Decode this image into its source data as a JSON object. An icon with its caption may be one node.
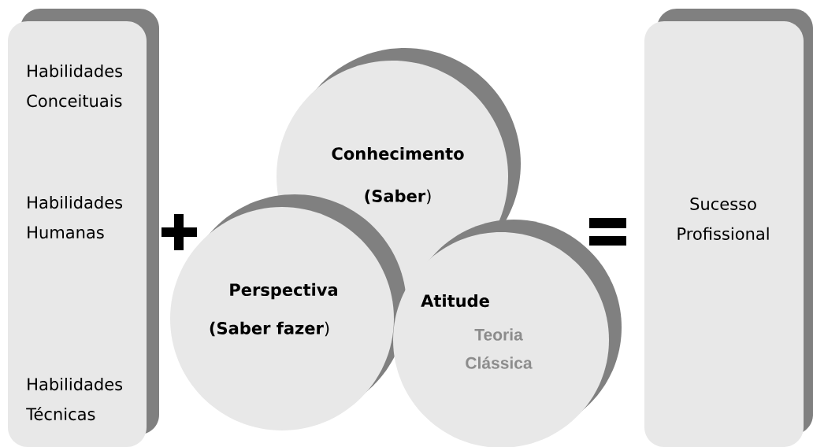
{
  "diagram": {
    "nodes": [
      {
        "text": [
          "Habilidades Conceituais",
          "Habilidades Humanas",
          "Habilidades Técnicas"
        ]
      },
      {
        "text": [
          "Conhecimento",
          "**(Saber**)"
        ]
      },
      {
        "text": [
          "Perspectiva",
          "**(Saber fazer**)"
        ]
      },
      {
        "text": [
          "Atitude",
          "Teoria Clássica"
        ]
      },
      {
        "text": [
          "Sucesso Profissional"
        ]
      }
    ]
  }
}
